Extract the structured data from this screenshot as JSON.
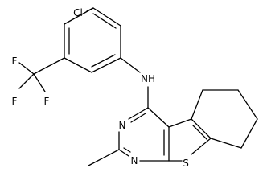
{
  "molecule": {
    "atoms": {
      "cl": "Cl",
      "f_left": "F",
      "f_bottom_left": "F",
      "f_bottom_right": "F",
      "nh": "NH",
      "n_ring_upper": "N",
      "n_ring_lower": "N",
      "s": "S"
    },
    "colors": {
      "bond": "#000000",
      "label": "#000000",
      "background": "#ffffff"
    }
  }
}
